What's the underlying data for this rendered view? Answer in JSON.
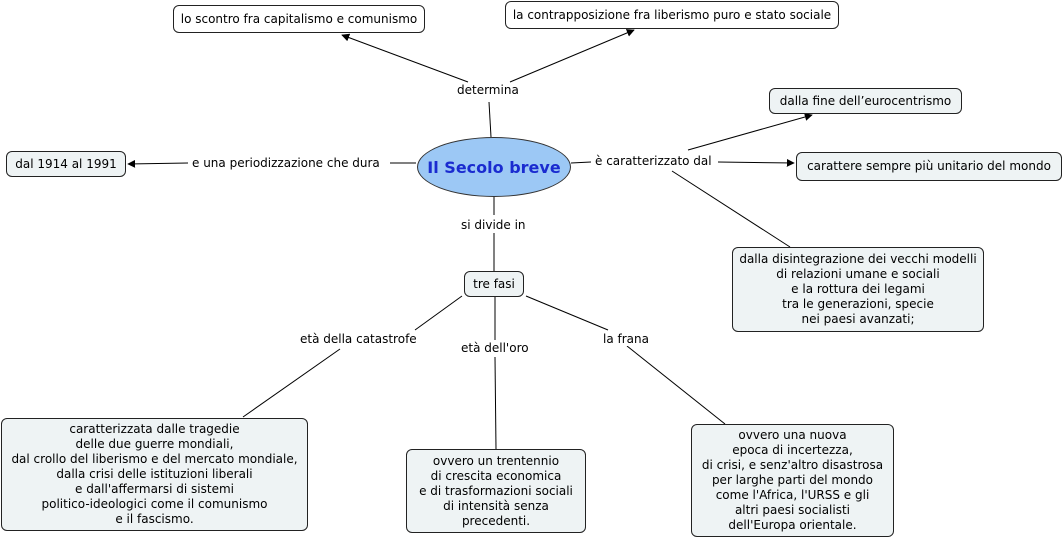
{
  "center": {
    "label": "Il Secolo breve"
  },
  "linking_phrases": {
    "determina": "determina",
    "caratterizzato": "è caratterizzato dal",
    "periodizzazione": "e una periodizzazione che dura",
    "divide": "si divide in",
    "catastrofe": "età della catastrofe",
    "oro": "età dell'oro",
    "frana": "la frana"
  },
  "concepts": {
    "scontro": "lo scontro fra capitalismo e comunismo",
    "contrapposizione": "la contrapposizione fra liberismo puro e stato sociale",
    "eurocentrismo": "dalla fine dell’eurocentrismo",
    "unitario": "carattere sempre più unitario del mondo",
    "disintegrazione": "dalla disintegrazione dei vecchi modelli\ndi relazioni umane e sociali\ne la rottura dei legami\ntra le generazioni, specie\nnei paesi avanzati;",
    "date": "dal 1914 al 1991",
    "tre_fasi": "tre fasi",
    "catastrofe_desc": "caratterizzata dalle tragedie\ndelle due guerre mondiali,\ndal crollo del liberismo e del mercato mondiale,\ndalla crisi delle istituzioni liberali\ne dall'affermarsi di sistemi\npolitico-ideologici come il comunismo\ne il fascismo.",
    "oro_desc": "ovvero un trentennio\ndi crescita economica\ne di trasformazioni sociali\ndi intensità senza\nprecedenti.",
    "frana_desc": "ovvero una nuova\nepoca di incertezza,\ndi crisi, e senz'altro disastrosa\nper larghe parti del mondo\ncome l'Africa, l'URSS e gli\naltri paesi socialisti\ndell'Europa orientale."
  }
}
